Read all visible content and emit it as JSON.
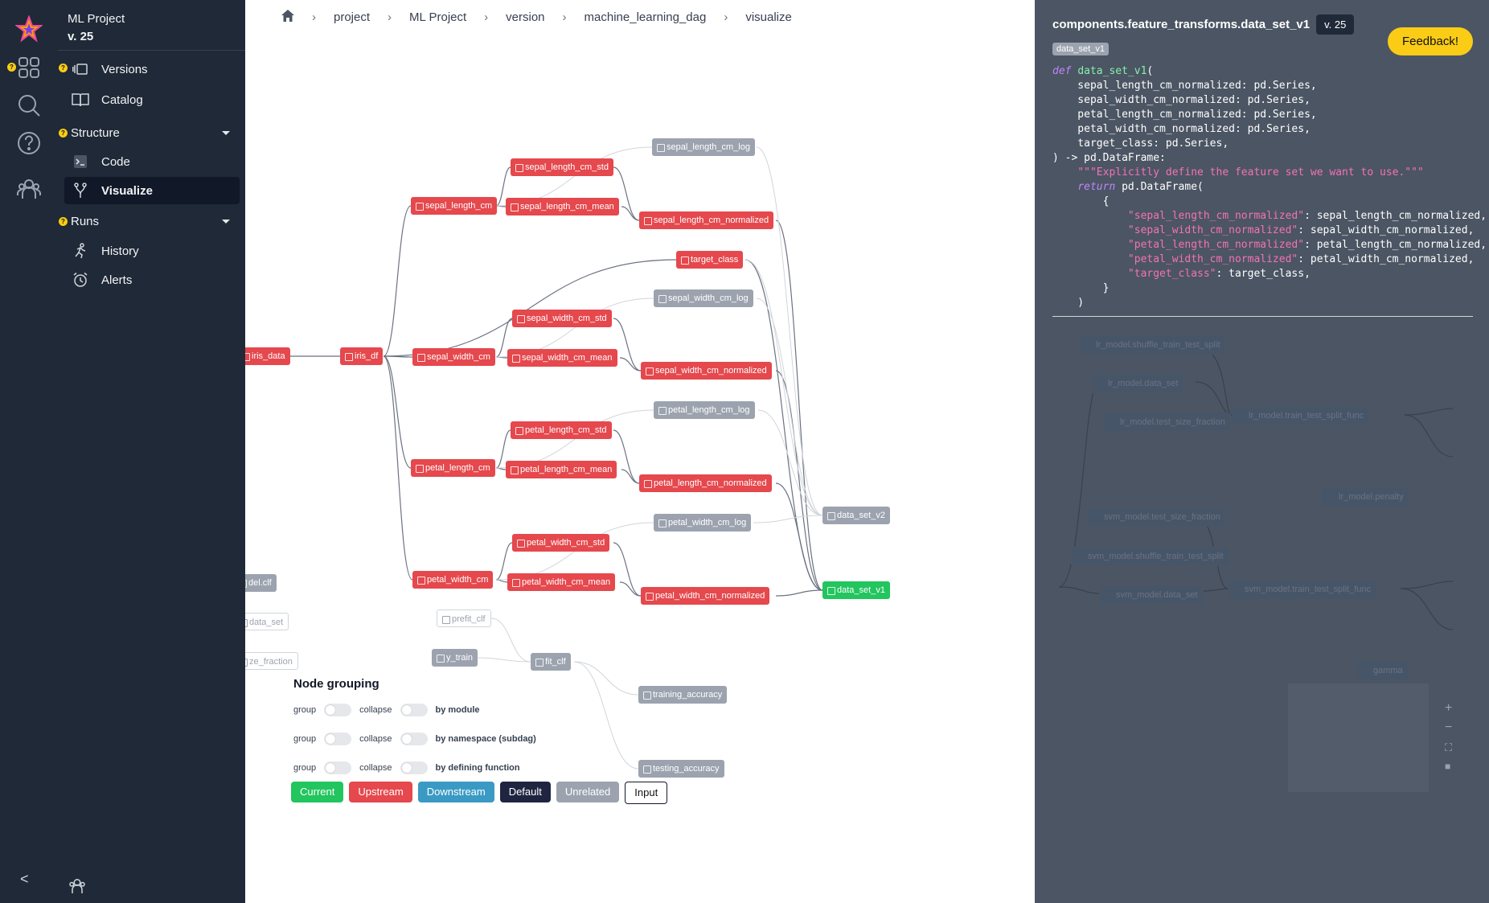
{
  "app": {
    "project_name": "ML Project",
    "version_label": "v. 25"
  },
  "sidebar": {
    "items_top": [
      {
        "label": "Versions",
        "icon": "versions-icon"
      },
      {
        "label": "Catalog",
        "icon": "book-icon"
      }
    ],
    "structure": {
      "label": "Structure",
      "items": [
        {
          "label": "Code",
          "icon": "terminal-icon"
        },
        {
          "label": "Visualize",
          "icon": "fork-icon",
          "active": true
        }
      ]
    },
    "runs": {
      "label": "Runs",
      "items": [
        {
          "label": "History",
          "icon": "runner-icon"
        },
        {
          "label": "Alerts",
          "icon": "alarm-icon"
        }
      ]
    }
  },
  "breadcrumb": [
    "project",
    "ML Project",
    "version",
    "machine_learning_dag",
    "visualize"
  ],
  "graph": {
    "nodes": [
      {
        "id": "iris_data",
        "label": "iris_data",
        "state": "upstream"
      },
      {
        "id": "iris_df",
        "label": "iris_df",
        "state": "upstream"
      },
      {
        "id": "sepal_length_cm",
        "label": "sepal_length_cm",
        "state": "upstream"
      },
      {
        "id": "sepal_length_cm_std",
        "label": "sepal_length_cm_std",
        "state": "upstream"
      },
      {
        "id": "sepal_length_cm_mean",
        "label": "sepal_length_cm_mean",
        "state": "upstream"
      },
      {
        "id": "sepal_length_cm_log",
        "label": "sepal_length_cm_log",
        "state": "unrelated"
      },
      {
        "id": "sepal_length_cm_normalized",
        "label": "sepal_length_cm_normalized",
        "state": "upstream"
      },
      {
        "id": "target_class",
        "label": "target_class",
        "state": "upstream"
      },
      {
        "id": "sepal_width_cm_log",
        "label": "sepal_width_cm_log",
        "state": "unrelated"
      },
      {
        "id": "sepal_width_cm",
        "label": "sepal_width_cm",
        "state": "upstream"
      },
      {
        "id": "sepal_width_cm_std",
        "label": "sepal_width_cm_std",
        "state": "upstream"
      },
      {
        "id": "sepal_width_cm_mean",
        "label": "sepal_width_cm_mean",
        "state": "upstream"
      },
      {
        "id": "sepal_width_cm_normalized",
        "label": "sepal_width_cm_normalized",
        "state": "upstream"
      },
      {
        "id": "petal_length_cm_log",
        "label": "petal_length_cm_log",
        "state": "unrelated"
      },
      {
        "id": "petal_length_cm_std",
        "label": "petal_length_cm_std",
        "state": "upstream"
      },
      {
        "id": "petal_length_cm",
        "label": "petal_length_cm",
        "state": "upstream"
      },
      {
        "id": "petal_length_cm_mean",
        "label": "petal_length_cm_mean",
        "state": "upstream"
      },
      {
        "id": "petal_length_cm_normalized",
        "label": "petal_length_cm_normalized",
        "state": "upstream"
      },
      {
        "id": "data_set_v2",
        "label": "data_set_v2",
        "state": "unrelated"
      },
      {
        "id": "petal_width_cm_log",
        "label": "petal_width_cm_log",
        "state": "unrelated"
      },
      {
        "id": "petal_width_cm_std",
        "label": "petal_width_cm_std",
        "state": "upstream"
      },
      {
        "id": "petal_width_cm",
        "label": "petal_width_cm",
        "state": "upstream"
      },
      {
        "id": "petal_width_cm_mean",
        "label": "petal_width_cm_mean",
        "state": "upstream"
      },
      {
        "id": "petal_width_cm_normalized",
        "label": "petal_width_cm_normalized",
        "state": "upstream"
      },
      {
        "id": "data_set_v1",
        "label": "data_set_v1",
        "state": "current"
      },
      {
        "id": "del_clf",
        "label": "del.clf",
        "state": "unrelated"
      },
      {
        "id": "data_set_partial",
        "label": "data_set",
        "state": "faint"
      },
      {
        "id": "ze_fraction",
        "label": "ze_fraction",
        "state": "faint"
      },
      {
        "id": "prefit_clf",
        "label": "prefit_clf",
        "state": "faint"
      },
      {
        "id": "y_train",
        "label": "y_train",
        "state": "unrelated"
      },
      {
        "id": "fit_clf",
        "label": "fit_clf",
        "state": "unrelated"
      },
      {
        "id": "training_accuracy",
        "label": "training_accuracy",
        "state": "unrelated"
      },
      {
        "id": "testing_accuracy",
        "label": "testing_accuracy",
        "state": "unrelated"
      }
    ]
  },
  "node_grouping": {
    "title": "Node grouping",
    "rows": [
      {
        "group": "group",
        "collapse": "collapse",
        "by": "by module"
      },
      {
        "group": "group",
        "collapse": "collapse",
        "by": "by namespace (subdag)"
      },
      {
        "group": "group",
        "collapse": "collapse",
        "by": "by defining function"
      }
    ]
  },
  "legend": [
    {
      "label": "Current",
      "color": "#22c55e"
    },
    {
      "label": "Upstream",
      "color": "#e5484d"
    },
    {
      "label": "Downstream",
      "color": "#3b9ac4"
    },
    {
      "label": "Default",
      "color": "#1f2540"
    },
    {
      "label": "Unrelated",
      "color": "#9ca3af"
    },
    {
      "label": "Input",
      "color": "#ffffff"
    }
  ],
  "panel": {
    "title": "components.feature_transforms.data_set_v1",
    "version": "v. 25",
    "tag": "data_set_v1",
    "feedback": "Feedback!",
    "code_lines": [
      [
        [
          "kw",
          "def "
        ],
        [
          "fn",
          "data_set_v1"
        ],
        [
          "",
          "("
        ]
      ],
      [
        [
          "",
          "    sepal_length_cm_normalized: pd.Series,"
        ]
      ],
      [
        [
          "",
          "    sepal_width_cm_normalized: pd.Series,"
        ]
      ],
      [
        [
          "",
          "    petal_length_cm_normalized: pd.Series,"
        ]
      ],
      [
        [
          "",
          "    petal_width_cm_normalized: pd.Series,"
        ]
      ],
      [
        [
          "",
          "    target_class: pd.Series,"
        ]
      ],
      [
        [
          "",
          ") -> pd.DataFrame:"
        ]
      ],
      [
        [
          "",
          "    "
        ],
        [
          "str",
          "\"\"\"Explicitly define the feature set we want to use.\"\"\""
        ]
      ],
      [
        [
          "",
          "    "
        ],
        [
          "kw",
          "return"
        ],
        [
          "",
          " pd.DataFrame("
        ]
      ],
      [
        [
          "",
          "        {"
        ]
      ],
      [
        [
          "",
          "            "
        ],
        [
          "str",
          "\"sepal_length_cm_normalized\""
        ],
        [
          "",
          ": sepal_length_cm_normalized,"
        ]
      ],
      [
        [
          "",
          "            "
        ],
        [
          "str",
          "\"sepal_width_cm_normalized\""
        ],
        [
          "",
          ": sepal_width_cm_normalized,"
        ]
      ],
      [
        [
          "",
          "            "
        ],
        [
          "str",
          "\"petal_length_cm_normalized\""
        ],
        [
          "",
          ": petal_length_cm_normalized,"
        ]
      ],
      [
        [
          "",
          "            "
        ],
        [
          "str",
          "\"petal_width_cm_normalized\""
        ],
        [
          "",
          ": petal_width_cm_normalized,"
        ]
      ],
      [
        [
          "",
          "            "
        ],
        [
          "str",
          "\"target_class\""
        ],
        [
          "",
          ": target_class,"
        ]
      ],
      [
        [
          "",
          "        }"
        ]
      ],
      [
        [
          "",
          "    )"
        ]
      ]
    ],
    "dimmed_nodes": [
      "lr_model.shuffle_train_test_split",
      "lr_model.data_set",
      "lr_model.test_size_fraction",
      "lr_model.train_test_split_func",
      "lr_model.penalty",
      "svm_model.test_size_fraction",
      "svm_model.shuffle_train_test_split",
      "svm_model.data_set",
      "svm_model.train_test_split_func",
      "gamma"
    ]
  }
}
